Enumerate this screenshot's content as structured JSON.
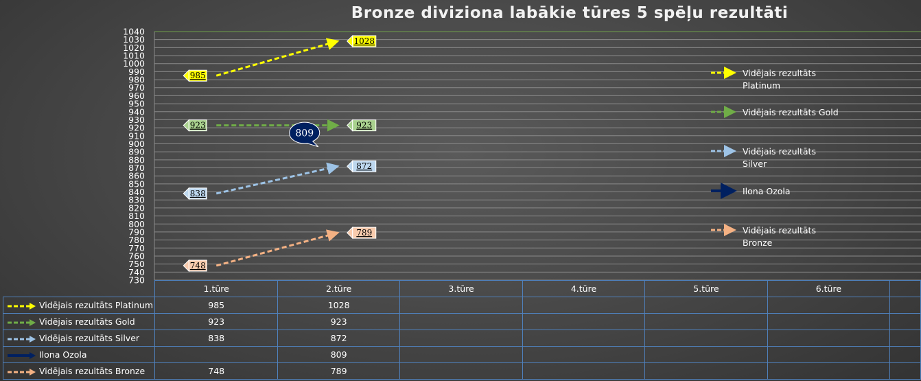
{
  "chart_data": {
    "type": "line",
    "title": "Bronze diviziona labākie tūres 5 spēļu rezultāti",
    "categories": [
      "1.tūre",
      "2.tūre",
      "3.tūre",
      "4.tūre",
      "5.tūre",
      "6.tūre"
    ],
    "ylim": [
      730,
      1040
    ],
    "ytick_step": 10,
    "grid": true,
    "legend_position": "right",
    "series": [
      {
        "name": "Vidējais rezultāts Platinum",
        "legend_label": "Vidējais rezultāts Platinum",
        "color": "#ffff00",
        "style": "dashed",
        "values": [
          985,
          1028,
          null,
          null,
          null,
          null
        ],
        "label_bg": "#ffff00"
      },
      {
        "name": "Vidējais rezultāts Gold",
        "legend_label": "Vidējais rezultāts Gold",
        "color": "#70ad47",
        "style": "dashed",
        "values": [
          923,
          923,
          null,
          null,
          null,
          null
        ],
        "label_bg": "#a9d18e"
      },
      {
        "name": "Vidējais rezultāts Silver",
        "legend_label": "Vidējais rezultāts Silver",
        "color": "#9dc3e6",
        "style": "dashed",
        "values": [
          838,
          872,
          null,
          null,
          null,
          null
        ],
        "label_bg": "#bdd7ee"
      },
      {
        "name": "Ilona Ozola",
        "legend_label": "Ilona Ozola",
        "color": "#002060",
        "style": "solid",
        "values": [
          null,
          809,
          null,
          null,
          null,
          null
        ],
        "label_bg": "#002060"
      },
      {
        "name": "Vidējais rezultāts Bronze",
        "legend_label": "Vidējais rezultāts Bronze",
        "color": "#f4b183",
        "style": "dashed",
        "values": [
          748,
          789,
          null,
          null,
          null,
          null
        ],
        "label_bg": "#f8cbad"
      }
    ],
    "table": {
      "rows": [
        {
          "label": "Vidējais rezultāts Platinum",
          "values": [
            "985",
            "1028",
            "",
            "",
            "",
            ""
          ]
        },
        {
          "label": "Vidējais rezultāts Gold",
          "values": [
            "923",
            "923",
            "",
            "",
            "",
            ""
          ]
        },
        {
          "label": "Vidējais rezultāts Silver",
          "values": [
            "838",
            "872",
            "",
            "",
            "",
            ""
          ]
        },
        {
          "label": "Ilona Ozola",
          "values": [
            "",
            "809",
            "",
            "",
            "",
            ""
          ]
        },
        {
          "label": "Vidējais rezultāts Bronze",
          "values": [
            "748",
            "789",
            "",
            "",
            "",
            ""
          ]
        }
      ]
    }
  }
}
